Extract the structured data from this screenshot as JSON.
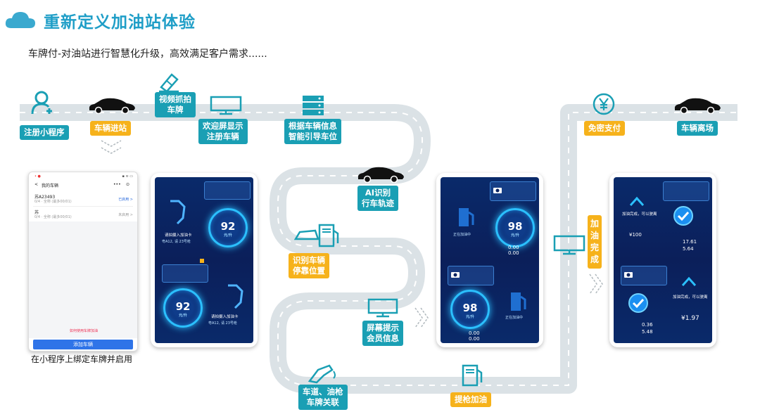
{
  "header": {
    "title": "重新定义加油站体验",
    "subtitle": "车牌付-对油站进行智慧化升级，高效满足客户需求......"
  },
  "colors": {
    "accent_teal": "#1a9fb4",
    "accent_orange": "#f6b21b",
    "title_blue": "#1f9ec7",
    "road": "#dbe2e6"
  },
  "steps": {
    "register_miniprogram": "注册小程序",
    "vehicle_enter": "车辆进站",
    "video_capture": [
      "视频抓拍",
      "车牌"
    ],
    "welcome_screen": [
      "欢迎屏显示",
      "注册车辆"
    ],
    "guide_parking": [
      "根据车辆信息",
      "智能引导车位"
    ],
    "ai_track": [
      "AI识别",
      "行车轨迹"
    ],
    "recognize_parking": [
      "识别车辆",
      "停靠位置"
    ],
    "screen_prompt": [
      "屏幕提示",
      "会员信息"
    ],
    "lane_nozzle": [
      "车道、油枪",
      "车牌关联"
    ],
    "lift_nozzle": "提枪加油",
    "password_free_pay": "免密支付",
    "refuel_done": [
      "加",
      "油",
      "完",
      "成"
    ],
    "vehicle_leave": "车辆离场"
  },
  "icons": [
    "user-add-icon",
    "car-icon",
    "camera-pen-icon",
    "monitor-icon",
    "server-icon",
    "yen-icon",
    "fuel-pump-icon",
    "nozzle-icon",
    "chevrons-down-icon"
  ],
  "phone": {
    "status_left": "• ●",
    "status_right": "▪ ≋ ▭",
    "nav_back": "<",
    "nav_title": "我的车辆",
    "nav_more": "•••",
    "nav_target": "⊙",
    "plate1": "苏A23493",
    "plate1_sub": "0/4 · 全称 (最多00/01)",
    "plate1_status": "已启用 >",
    "plate2": "苏",
    "plate2_sub": "0/4 · 全称 (最多00/01)",
    "plate2_status": "未启用 >",
    "note": "如何使用车牌加油",
    "add_button": "添加车辆",
    "caption": "在小程序上绑定车牌并启用"
  },
  "screen1": {
    "top_gauge": "92",
    "top_gauge_sub": "#",
    "top_unit": "元/升",
    "top_welcome": "请拍摄入加油卡",
    "top_info": "粤A12, 请 23号枪",
    "bottom_gauge": "92",
    "bottom_gauge_sub": "#",
    "bottom_unit": "元/升",
    "bottom_welcome": "请拍摄入加油卡",
    "bottom_info": "粤A12, 请 23号枪"
  },
  "screen2": {
    "top_gauge": "98",
    "top_gauge_sub": "#",
    "top_unit": "元/升",
    "top_status": "正在加油中",
    "top_v1": "0.00",
    "top_v2": "0.00",
    "bottom_gauge": "98",
    "bottom_gauge_sub": "#",
    "bottom_unit": "元/升",
    "bottom_status": "正在加油中",
    "bottom_v1": "0.00",
    "bottom_v2": "0.00"
  },
  "screen3": {
    "top_msg": "加油完成，可以驶离",
    "top_points": "¥100",
    "top_v1": "17.61",
    "top_v2": "5.64",
    "bottom_msg": "加油完成，可以驶离",
    "bottom_amount": "¥1.97",
    "bottom_v1": "0.36",
    "bottom_v2": "5.48"
  }
}
